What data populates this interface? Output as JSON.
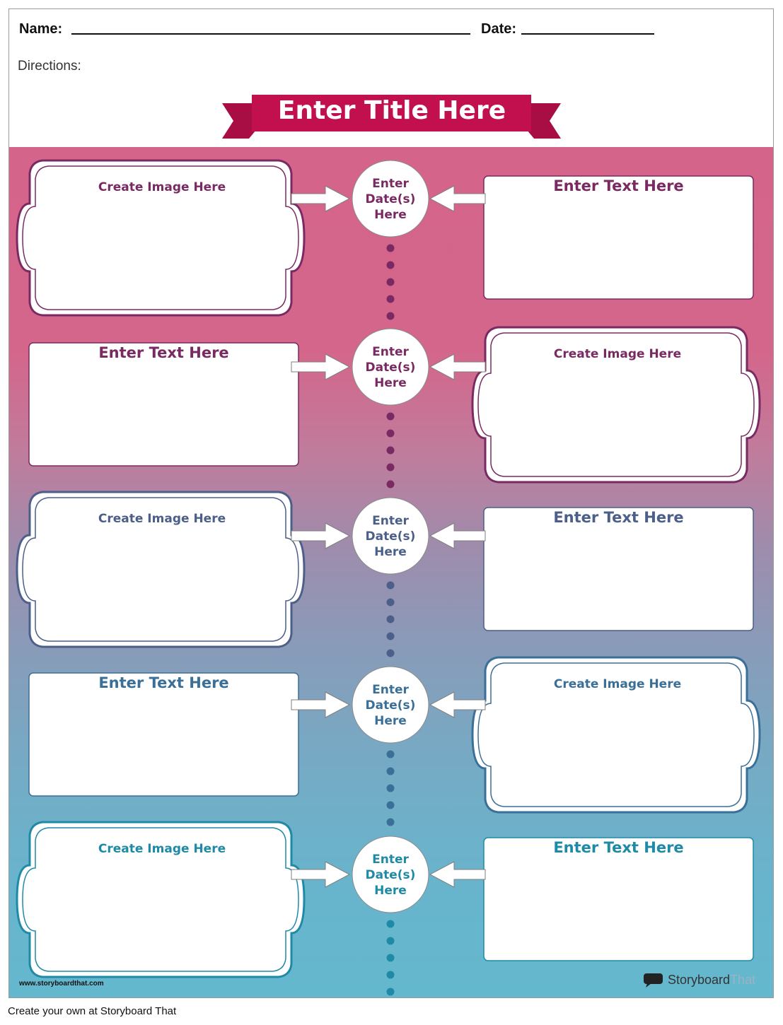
{
  "header": {
    "name_label": "Name:",
    "date_label": "Date:",
    "directions_label": "Directions:"
  },
  "title": {
    "text": "Enter Title Here",
    "color_main": "#c2104f",
    "color_tail": "#a80d44"
  },
  "timeline": {
    "image_label": "Create Image Here",
    "text_label": "Enter Text Here",
    "date_label_lines": [
      "Enter",
      "Date(s)",
      "Here"
    ],
    "rows": [
      {
        "image_side": "left",
        "color": "#7a2a62"
      },
      {
        "image_side": "right",
        "color": "#7a2a62"
      },
      {
        "image_side": "left",
        "color": "#4b5f88"
      },
      {
        "image_side": "right",
        "color": "#3a6f98"
      },
      {
        "image_side": "left",
        "color": "#1f8aa5"
      }
    ]
  },
  "footer": {
    "site_url": "www.storyboardthat.com",
    "brand_name": "Storyboard",
    "brand_suffix": "That",
    "create_text": "Create your own at Storyboard That"
  }
}
